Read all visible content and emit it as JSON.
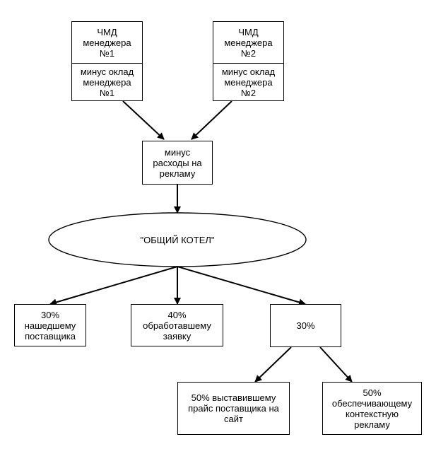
{
  "manager1": {
    "top": "ЧМД\nменеджера\n№1",
    "bottom": "минус оклад\nменеджера\n№1"
  },
  "manager2": {
    "top": "ЧМД\nменеджера\n№2",
    "bottom": "минус оклад\nменеджера\n№2"
  },
  "ad_costs": "минус\nрасходы на\nрекламу",
  "common_pool": "\"ОБЩИЙ КОТЕЛ\"",
  "shares": {
    "found_supplier": "30%\nнашедшему\nпоставщика",
    "processed_request": "40%\nобработавшему\nзаявку",
    "thirty": "30%"
  },
  "subshares": {
    "posted_price": "50% выставившему\nпрайс поставщика на\nсайт",
    "context_ads": "50%\nобеспечивающему\nконтекстную\nрекламу"
  }
}
